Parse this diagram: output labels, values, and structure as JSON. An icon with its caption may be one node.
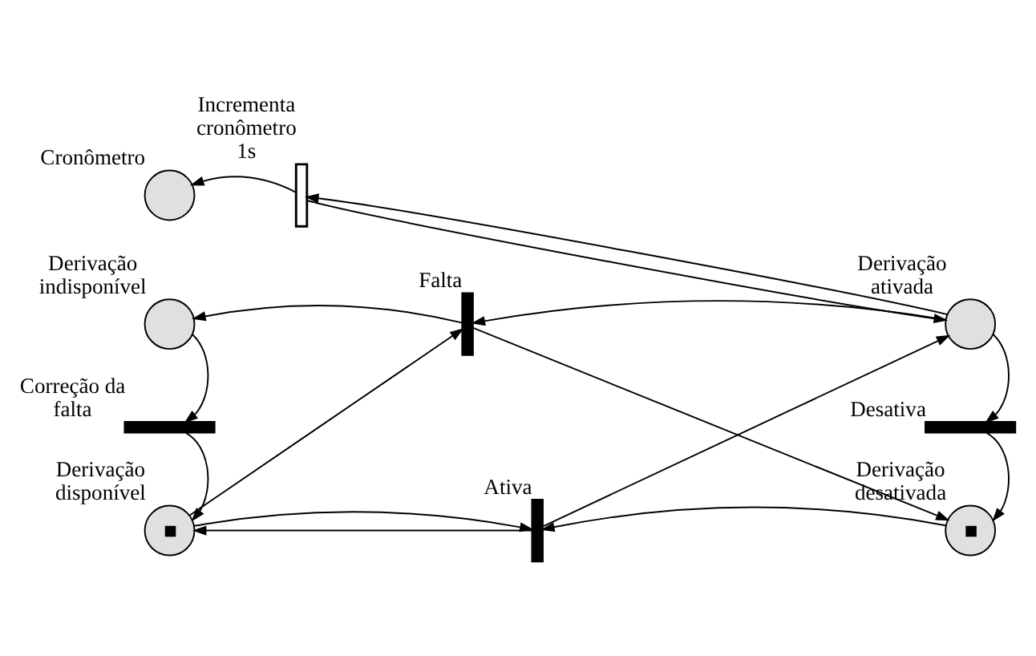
{
  "diagram": {
    "nodes": [
      {
        "text": [],
        "shape": "circle",
        "beside": [
          "Cronômetro"
        ]
      },
      {
        "text": [],
        "shape": "circle",
        "beside": [
          "Derivação indisponível"
        ]
      },
      {
        "text": [],
        "shape": "circle",
        "beside": [
          "Derivação ativada"
        ]
      },
      {
        "text": [],
        "shape": "circle",
        "beside": [
          "Derivação disponível"
        ]
      },
      {
        "text": [],
        "shape": "circle",
        "beside": [
          "Derivação desativada"
        ]
      },
      {
        "text": [],
        "shape": "box",
        "beside": [
          "Incrementa cronômetro",
          "1s"
        ]
      },
      {
        "text": [],
        "shape": "bar",
        "beside": [
          "Falta"
        ]
      },
      {
        "text": [],
        "shape": "bar",
        "beside": [
          "Correção da falta"
        ]
      },
      {
        "text": [],
        "shape": "bar",
        "beside": [
          "Desativa"
        ]
      },
      {
        "text": [],
        "shape": "bar",
        "beside": [
          "Ativa"
        ]
      }
    ],
    "edges": [
      {
        "from": 5,
        "to": 0,
        "arrow": "to"
      },
      {
        "from": 2,
        "to": 5,
        "arrow": "to"
      },
      {
        "from": 5,
        "to": 2,
        "arrow": "to"
      },
      {
        "from": 2,
        "to": 6,
        "arrow": "to"
      },
      {
        "from": 6,
        "to": 1,
        "arrow": "to"
      },
      {
        "from": 6,
        "to": 4,
        "arrow": "to"
      },
      {
        "from": 3,
        "to": 6,
        "arrow": "to"
      },
      {
        "from": 1,
        "to": 7,
        "arrow": "to"
      },
      {
        "from": 7,
        "to": 3,
        "arrow": "to"
      },
      {
        "from": 2,
        "to": 8,
        "arrow": "to"
      },
      {
        "from": 8,
        "to": 4,
        "arrow": "to"
      },
      {
        "from": 4,
        "to": 9,
        "arrow": "to"
      },
      {
        "from": 9,
        "to": 3,
        "arrow": "to"
      },
      {
        "from": 3,
        "to": 9,
        "arrow": "to"
      },
      {
        "from": 9,
        "to": 2,
        "arrow": "to"
      }
    ]
  }
}
